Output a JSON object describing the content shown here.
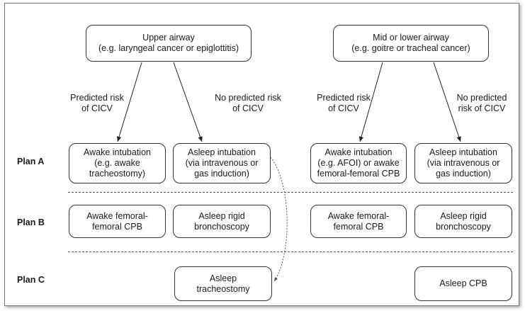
{
  "plans": {
    "a": "Plan A",
    "b": "Plan B",
    "c": "Plan C"
  },
  "top": {
    "upper": {
      "line1": "Upper airway",
      "line2": "(e.g. laryngeal cancer or epiglottitis)"
    },
    "lower": {
      "line1": "Mid or lower airway",
      "line2": "(e.g. goitre or tracheal cancer)"
    }
  },
  "branches": {
    "upper_left": {
      "line1": "Predicted risk",
      "line2": "of CICV"
    },
    "upper_right": {
      "line1": "No predicted risk",
      "line2": "of CICV"
    },
    "lower_left": {
      "line1": "Predicted risk",
      "line2": "of CICV"
    },
    "lower_right": {
      "line1": "No predicted",
      "line2": "risk of CICV"
    }
  },
  "plan_a": {
    "upper_left": {
      "line1": "Awake intubation",
      "line2": "(e.g. awake",
      "line3": "tracheostomy)"
    },
    "upper_right": {
      "line1": "Asleep intubation",
      "line2": "(via intravenous or",
      "line3": "gas induction)"
    },
    "lower_left": {
      "line1": "Awake intubation",
      "line2": "(e.g. AFOI) or awake",
      "line3": "femoral-femoral CPB"
    },
    "lower_right": {
      "line1": "Asleep intubation",
      "line2": "(via intravenous or",
      "line3": "gas induction)"
    }
  },
  "plan_b": {
    "upper_left": {
      "line1": "Awake femoral-",
      "line2": "femoral CPB"
    },
    "upper_right": {
      "line1": "Asleep rigid",
      "line2": "bronchoscopy"
    },
    "lower_left": {
      "line1": "Awake femoral-",
      "line2": "femoral CPB"
    },
    "lower_right": {
      "line1": "Asleep rigid",
      "line2": "bronchoscopy"
    }
  },
  "plan_c": {
    "upper": {
      "line1": "Asleep",
      "line2": "tracheostomy"
    },
    "lower": {
      "line1": "Asleep CPB"
    }
  }
}
